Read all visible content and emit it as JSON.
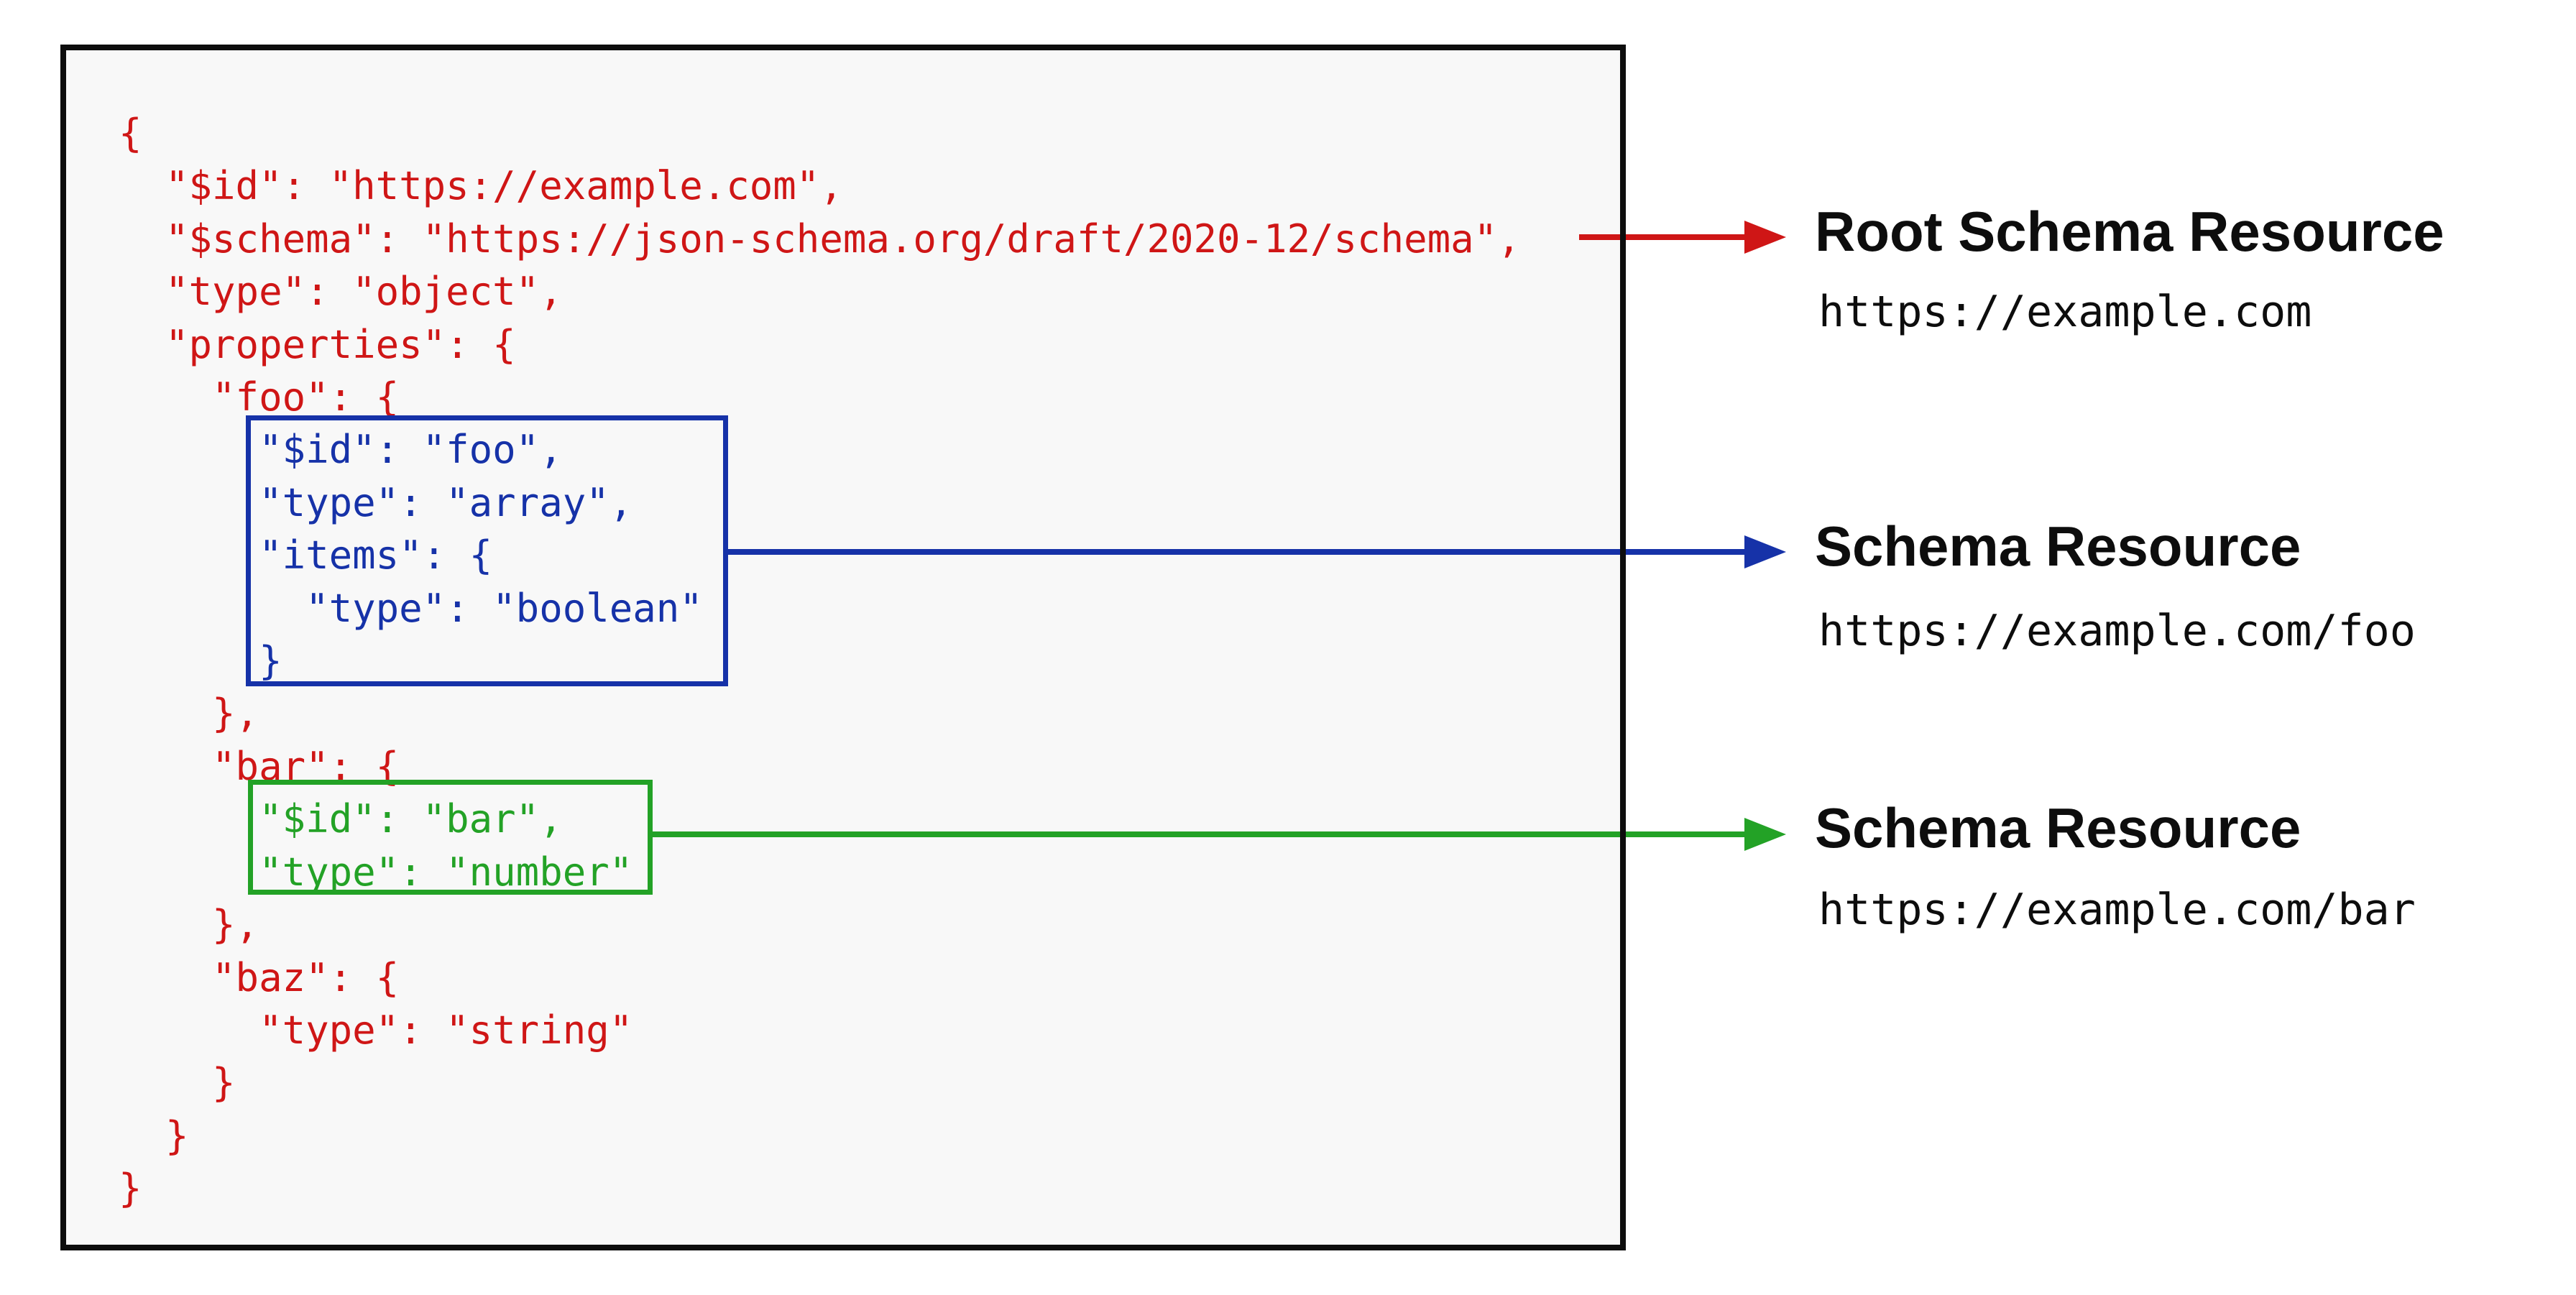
{
  "diagram": {
    "colors": {
      "red": "#cf1616",
      "blue": "#1632a8",
      "green": "#23a226",
      "panel_background": "#f8f8f8",
      "panel_border": "#0d0d0d",
      "text": "#0d0d0d"
    },
    "code": {
      "lines": [
        {
          "text": "{",
          "color": "red"
        },
        {
          "text": "  \"$id\": \"https://example.com\",",
          "color": "red"
        },
        {
          "text": "  \"$schema\": \"https://json-schema.org/draft/2020-12/schema\",",
          "color": "red"
        },
        {
          "text": "  \"type\": \"object\",",
          "color": "red"
        },
        {
          "text": "  \"properties\": {",
          "color": "red"
        },
        {
          "text": "    \"foo\": {",
          "color": "red"
        },
        {
          "text": "      \"$id\": \"foo\",",
          "color": "blue"
        },
        {
          "text": "      \"type\": \"array\",",
          "color": "blue"
        },
        {
          "text": "      \"items\": {",
          "color": "blue"
        },
        {
          "text": "        \"type\": \"boolean\"",
          "color": "blue"
        },
        {
          "text": "      }",
          "color": "blue"
        },
        {
          "text": "    },",
          "color": "red"
        },
        {
          "text": "    \"bar\": {",
          "color": "red"
        },
        {
          "text": "      \"$id\": \"bar\",",
          "color": "green"
        },
        {
          "text": "      \"type\": \"number\"",
          "color": "green"
        },
        {
          "text": "    },",
          "color": "red"
        },
        {
          "text": "    \"baz\": {",
          "color": "red"
        },
        {
          "text": "      \"type\": \"string\"",
          "color": "red"
        },
        {
          "text": "    }",
          "color": "red"
        },
        {
          "text": "  }",
          "color": "red"
        },
        {
          "text": "}",
          "color": "red"
        }
      ]
    },
    "highlights": [
      {
        "target": "foo-subschema",
        "color": "blue"
      },
      {
        "target": "bar-subschema",
        "color": "green"
      }
    ],
    "annotations": [
      {
        "title": "Root Schema Resource",
        "uri": "https://example.com",
        "arrow_color": "red"
      },
      {
        "title": "Schema Resource",
        "uri": "https://example.com/foo",
        "arrow_color": "blue"
      },
      {
        "title": "Schema Resource",
        "uri": "https://example.com/bar",
        "arrow_color": "green"
      }
    ]
  }
}
